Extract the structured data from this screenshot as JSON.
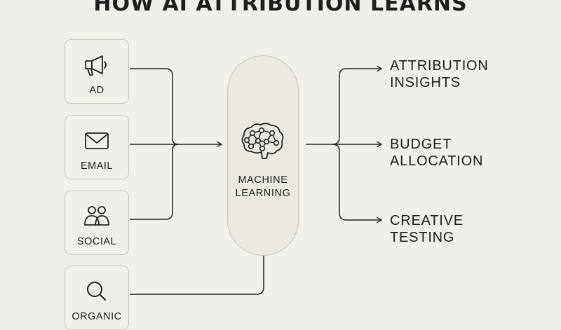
{
  "title": "HOW AI ATTRIBUTION LEARNS",
  "sources": [
    {
      "label": "AD",
      "icon": "megaphone-icon"
    },
    {
      "label": "EMAIL",
      "icon": "envelope-icon"
    },
    {
      "label": "SOCIAL",
      "icon": "users-icon"
    },
    {
      "label": "ORGANIC",
      "icon": "magnifier-icon"
    }
  ],
  "hub": {
    "line1": "MACHINE",
    "line2": "LEARNING",
    "icon": "brain-network-icon"
  },
  "outputs": [
    {
      "line1": "ATTRIBUTION",
      "line2": "INSIGHTS"
    },
    {
      "line1": "BUDGET",
      "line2": "ALLOCATION"
    },
    {
      "line1": "CREATIVE",
      "line2": "TESTING"
    }
  ],
  "colors": {
    "background": "#f1efea",
    "line": "#222222",
    "border": "#c9c6c0"
  }
}
